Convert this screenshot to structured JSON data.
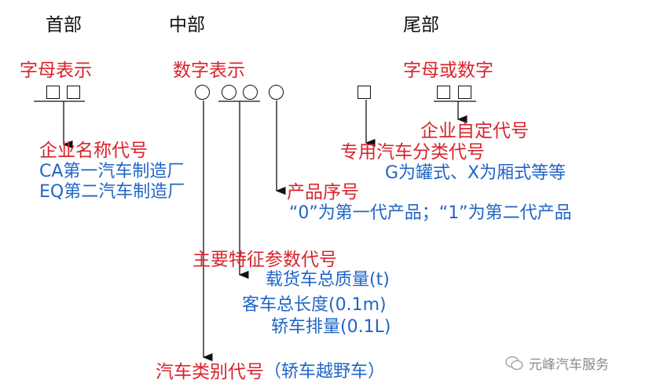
{
  "headers": {
    "head": "首部",
    "middle": "中部",
    "tail": "尾部"
  },
  "representations": {
    "head": "字母表示",
    "middle": "数字表示",
    "tail": "字母或数字"
  },
  "head_code": {
    "title": "企业名称代号",
    "examples": [
      "CA第一汽车制造厂",
      "EQ第二汽车制造厂"
    ]
  },
  "vehicle_category": {
    "title": "汽车类别代号",
    "note": "（轿车越野车）"
  },
  "main_parameter": {
    "title": "主要特征参数代号",
    "examples": [
      "载货车总质量(t)",
      "客车总长度(0.1m)",
      "轿车排量(0.1L)"
    ]
  },
  "product_sequence": {
    "title": "产品序号",
    "note": "“0”为第一代产品；“1”为第二代产品"
  },
  "special_vehicle": {
    "title": "专用汽车分类代号",
    "note": "G为罐式、X为厢式等等"
  },
  "enterprise_custom": {
    "title": "企业自定代号"
  },
  "watermark": "元峰汽车服务",
  "colors": {
    "label": "#d8242c",
    "example": "#1f64c8",
    "header": "#111111"
  }
}
